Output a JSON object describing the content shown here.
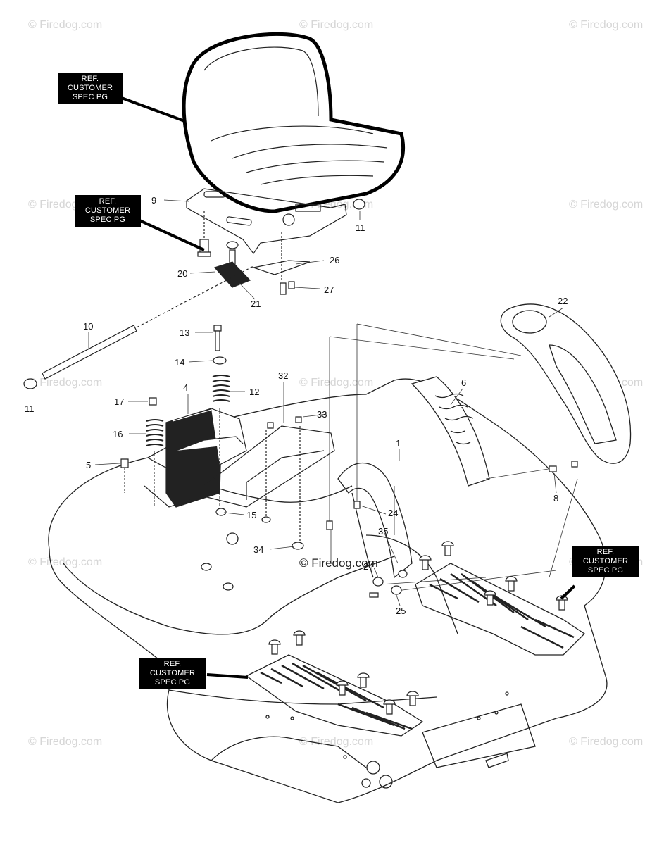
{
  "ref_boxes": [
    {
      "lines": [
        "REF.",
        "CUSTOMER",
        "SPEC PG"
      ]
    },
    {
      "lines": [
        "REF.",
        "CUSTOMER",
        "SPEC PG"
      ]
    },
    {
      "lines": [
        "REF.",
        "CUSTOMER",
        "SPEC PG"
      ]
    },
    {
      "lines": [
        "REF.",
        "CUSTOMER",
        "SPEC PG"
      ]
    }
  ],
  "callouts": {
    "c1": "1",
    "c4": "4",
    "c5": "5",
    "c6": "6",
    "c8": "8",
    "c9": "9",
    "c10": "10",
    "c11a": "11",
    "c11b": "11",
    "c12": "12",
    "c13": "13",
    "c14": "14",
    "c15": "15",
    "c16": "16",
    "c17": "17",
    "c20": "20",
    "c21": "21",
    "c22": "22",
    "c24a": "24",
    "c24b": "24",
    "c25": "25",
    "c26": "26",
    "c27": "27",
    "c32": "32",
    "c33": "33",
    "c34": "34",
    "c35": "35"
  },
  "watermark": "© Firedog.com"
}
